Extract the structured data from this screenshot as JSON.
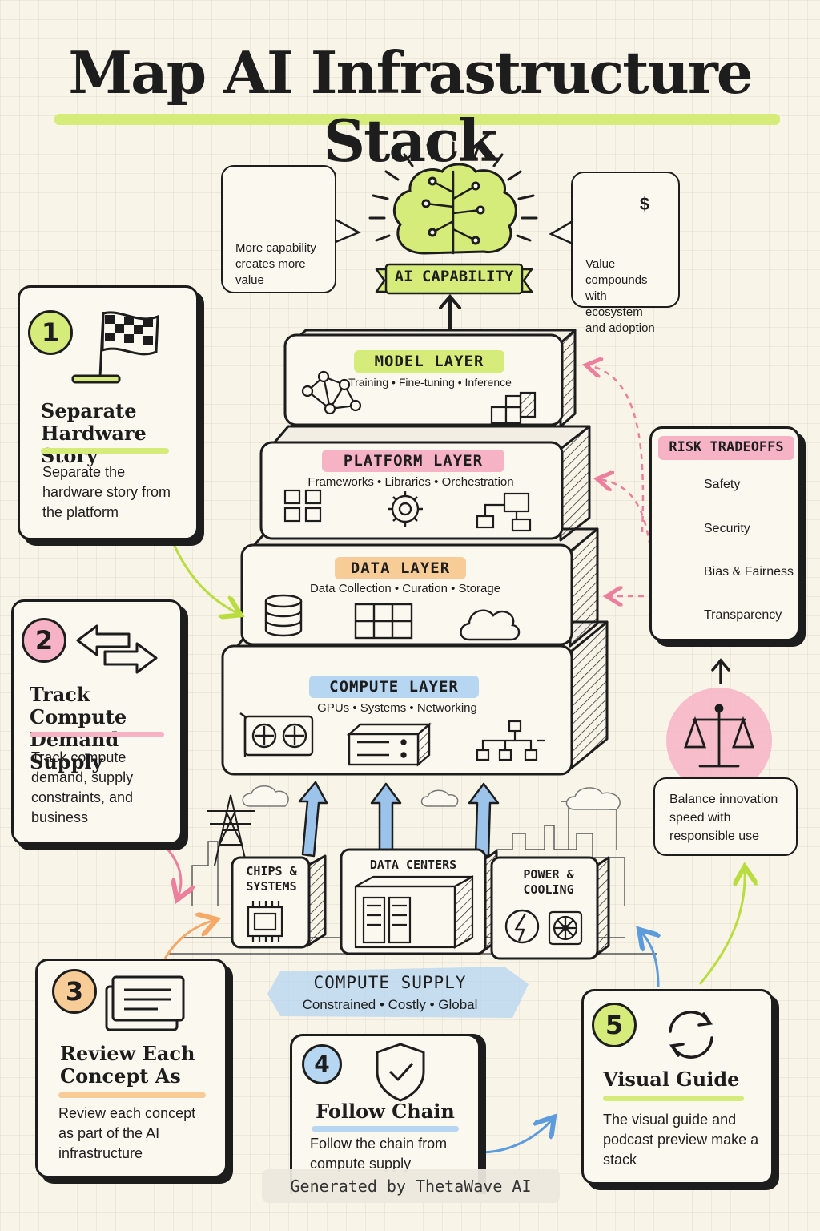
{
  "title": "Map AI Infrastructure Stack",
  "ai_capability": {
    "label": "AI CAPABILITY",
    "left_bubble": "More capability creates more value",
    "right_bubble": "Value compounds with ecosystem and adoption"
  },
  "layers": [
    {
      "label": "MODEL LAYER",
      "sub": "Training • Fine-tuning • Inference",
      "color": "#d6ec7a"
    },
    {
      "label": "PLATFORM LAYER",
      "sub": "Frameworks • Libraries • Orchestration",
      "color": "#f7b3c6"
    },
    {
      "label": "DATA LAYER",
      "sub": "Data Collection • Curation • Storage",
      "color": "#f8cc96"
    },
    {
      "label": "COMPUTE LAYER",
      "sub": "GPUs • Systems • Networking",
      "color": "#b6d6f2"
    }
  ],
  "supply": {
    "chips": "CHIPS & SYSTEMS",
    "datacenters": "DATA CENTERS",
    "power": "POWER & COOLING",
    "label": "COMPUTE SUPPLY",
    "sub": "Constrained • Costly • Global"
  },
  "risk": {
    "title": "RISK TRADEOFFS",
    "items": [
      "Safety",
      "Security",
      "Bias & Fairness",
      "Transparency"
    ],
    "balance_text": "Balance innovation speed with responsible use"
  },
  "steps": [
    {
      "num": "1",
      "title": "Separate Hardware Story",
      "text": "Separate the hardware story from the platform",
      "color": "#d6ec7a"
    },
    {
      "num": "2",
      "title": "Track Compute Demand Supply",
      "text": "Track compute demand, supply constraints, and business",
      "color": "#f7b3c6"
    },
    {
      "num": "3",
      "title": "Review Each Concept As",
      "text": "Review each concept as part of the AI infrastructure",
      "color": "#f8cc96"
    },
    {
      "num": "4",
      "title": "Follow Chain",
      "text": "Follow the chain from compute supply",
      "color": "#b6d6f2"
    },
    {
      "num": "5",
      "title": "Visual Guide",
      "text": "The visual guide and podcast preview make a stack",
      "color": "#d6ec7a"
    }
  ],
  "footer": "Generated by ThetaWave AI"
}
